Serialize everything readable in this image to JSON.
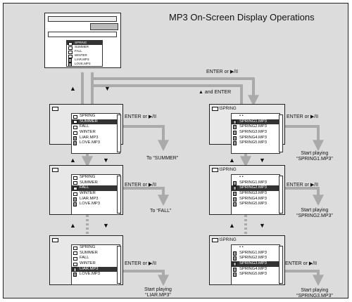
{
  "title": "MP3 On-Screen Display Operations",
  "labels": {
    "enter_or_play": "ENTER or ▶/II",
    "up_and_enter": "▲  and  ENTER",
    "up": "▲",
    "down": "▼"
  },
  "mini_list": [
    "SPRING",
    "SUMMER",
    "FALL",
    "WINTER",
    "LIAR.MP3",
    "LOVE.MP3"
  ],
  "left_list": [
    "SPRING",
    "SUMMER",
    "FALL",
    "WINTER",
    "LIAR.MP3",
    "LOVE.MP3"
  ],
  "right_path": "\\SPRING",
  "right_list": [
    "• •",
    "SPRING1.MP3",
    "SPRING2.MP3",
    "SPRING3.MP3",
    "SPRING4.MP3",
    "SPRING5.MP3"
  ],
  "left_results": [
    "To “SUMMER”",
    "To “FALL”",
    "Start playing\n“LIAR.MP3”"
  ],
  "right_results": [
    "Start playing\n“SPRING1.MP3”",
    "Start playing\n“SPRING2.MP3”",
    "Start playing\n“SPRING3.MP3”"
  ],
  "selections": {
    "mini": 0,
    "left": [
      1,
      2,
      4
    ],
    "right": [
      1,
      2,
      3
    ]
  },
  "colors": {
    "arrow": "#aaaaaa",
    "highlight": "#333333",
    "panel": "#dcdcdc"
  }
}
